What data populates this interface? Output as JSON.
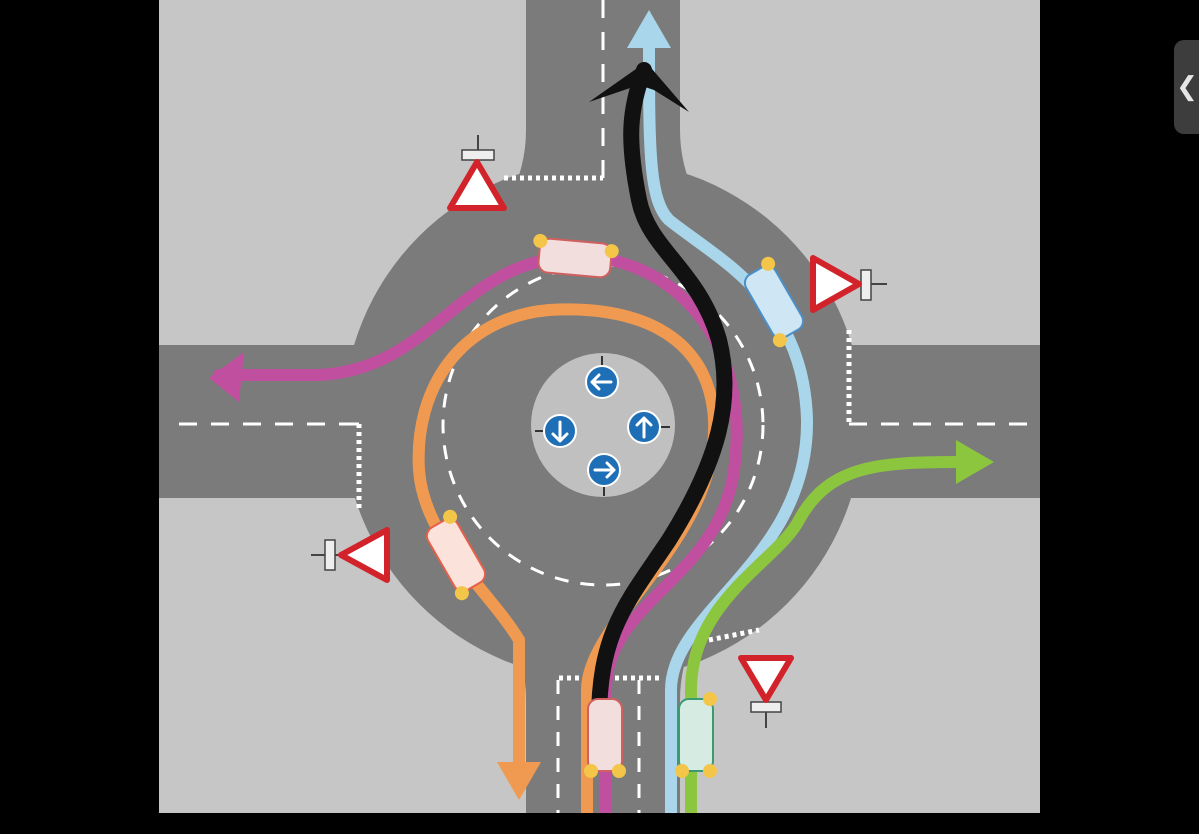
{
  "viewer": {
    "panel_toggle_icon": "chevron-left-icon",
    "panel_toggle_glyph": "❮"
  },
  "diagram": {
    "colors": {
      "grass": "#c6c6c6",
      "road": "#7b7b7b",
      "island": "#c0c0c0",
      "marking": "#ffffff",
      "route_left": "#c14fa0",
      "route_uturn": "#ef9a50",
      "route_straight": "#a9d6ea",
      "route_right": "#8cc63f",
      "route_drawn": "#111111",
      "sign_red": "#d3232a",
      "sign_blue": "#1f6fb6"
    },
    "routes": [
      "route_left",
      "route_uturn",
      "route_straight",
      "route_right",
      "route_drawn"
    ],
    "center_sign_arrows": [
      "arrow-left-icon",
      "arrow-up-icon",
      "arrow-right-icon",
      "arrow-down-icon"
    ]
  }
}
